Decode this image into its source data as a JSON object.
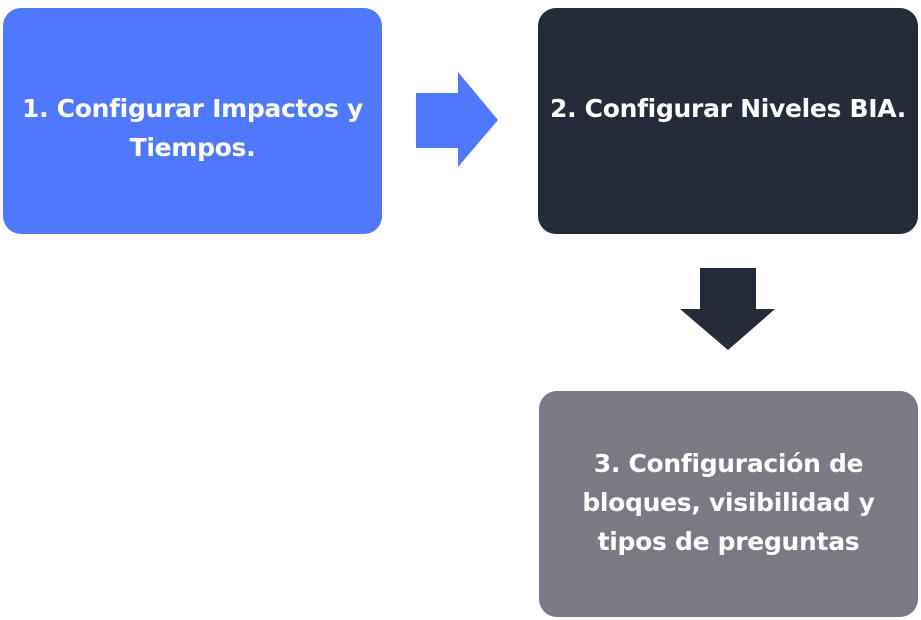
{
  "diagram": {
    "steps": [
      {
        "id": "step-1",
        "label": "1. Configurar Impactos y Tiempos.",
        "color": "#4f79fd"
      },
      {
        "id": "step-2",
        "label": "2. Configurar Niveles BIA.",
        "color": "#242c3a"
      },
      {
        "id": "step-3",
        "label": "3. Configuración de bloques, visibilidad y tipos de preguntas",
        "color": "#7a7a84"
      }
    ],
    "connectors": [
      {
        "from": "step-1",
        "to": "step-2",
        "direction": "right",
        "color": "#4f79fd"
      },
      {
        "from": "step-2",
        "to": "step-3",
        "direction": "down",
        "color": "#242c3a"
      }
    ]
  }
}
